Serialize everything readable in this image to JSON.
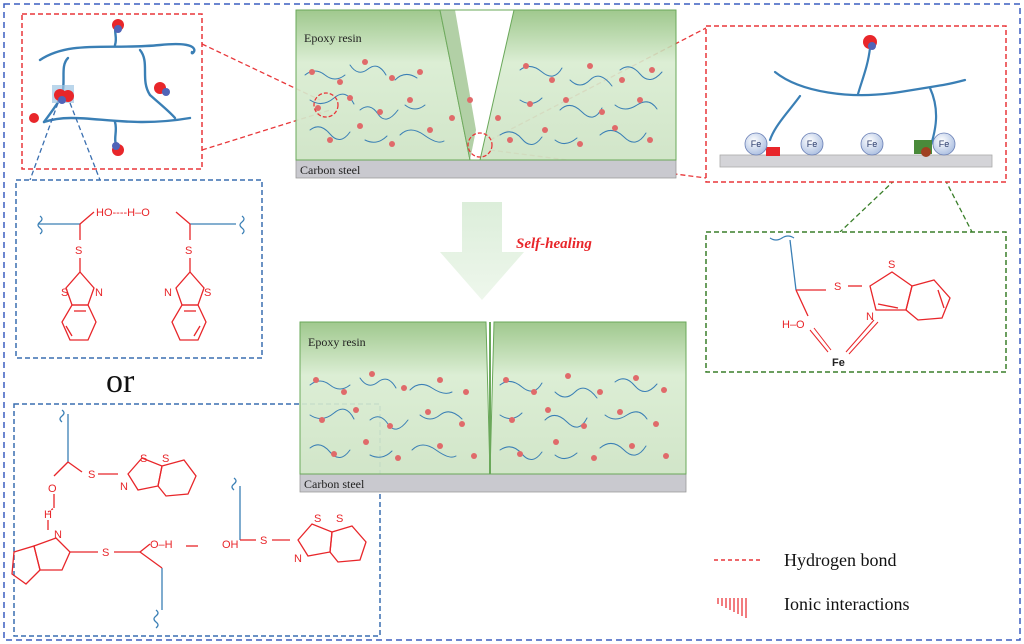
{
  "panels": {
    "top": {
      "resin_label": "Epoxy resin",
      "steel_label": "Carbon steel"
    },
    "bottom": {
      "resin_label": "Epoxy resin",
      "steel_label": "Carbon steel"
    }
  },
  "arrow": {
    "label": "Self-healing"
  },
  "or_label": "or",
  "fe_zoom": {
    "atoms": [
      "Fe",
      "Fe",
      "Fe",
      "Fe"
    ]
  },
  "chem": {
    "structure1": {
      "hbond_text": "HO----H–O",
      "atoms": [
        "S",
        "S",
        "S",
        "N",
        "N",
        "S"
      ]
    },
    "structure2": {
      "atoms": [
        "O",
        "H",
        "S",
        "S",
        "N",
        "S",
        "O–H",
        "OH",
        "S",
        "S",
        "N",
        "S",
        "N",
        "S"
      ]
    },
    "chelate": {
      "atoms": [
        "S",
        "S",
        "H–O",
        "N",
        "Fe"
      ]
    }
  },
  "legend": {
    "items": [
      "Hydrogen bond",
      "Ionic interactions"
    ]
  },
  "colors": {
    "outer_border": "#3b5fc0",
    "red_dash": "#e8373a",
    "blue_dash": "#3a6fb0",
    "green_dash": "#3a7f2a",
    "chain": "#3a7fb5",
    "chem_red": "#e8262a",
    "resin_green": "#a9cf96",
    "steel_gray": "#c9c9cf"
  }
}
